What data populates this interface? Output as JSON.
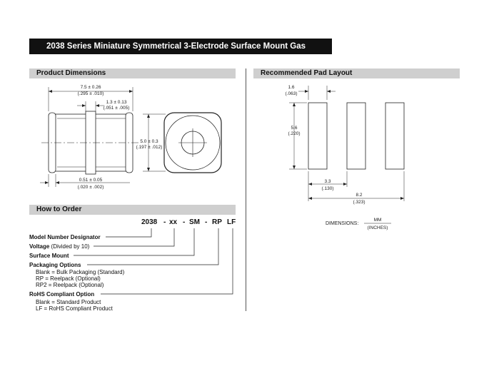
{
  "title": "2038 Series Miniature Symmetrical 3-Electrode Surface Mount Gas Discharge Tube",
  "sections": {
    "product_dimensions": "Product Dimensions",
    "pad_layout": "Recommended Pad Layout",
    "how_to_order": "How to Order"
  },
  "product_dims": {
    "length_mm": "7.5 ± 0.26",
    "length_in": "(.295 ± .010)",
    "band_mm": "1.3 ± 0.13",
    "band_in": "(.051 ± .005)",
    "dia_mm": "5.0 ± 0.3",
    "dia_in": "(.197 ± .012)",
    "end_mm": "0.51 ± 0.05",
    "end_in": "(.020 ± .002)"
  },
  "pad_dims": {
    "pad_width_mm": "1.6",
    "pad_width_in": "(.063)",
    "pad_height_mm": "5.6",
    "pad_height_in": "(.220)",
    "pitch_mm": "3.3",
    "pitch_in": "(.130)",
    "total_mm": "8.2",
    "total_in": "(.323)"
  },
  "units": {
    "label": "DIMENSIONS:",
    "top": "MM",
    "bottom": "(INCHES)"
  },
  "order": {
    "code": {
      "base": "2038",
      "dash1": "-",
      "xx": "xx",
      "dash2": "-",
      "sm": "SM",
      "dash3": "-",
      "rp": "RP",
      "lf": "LF"
    },
    "model": "Model Number Designator",
    "voltage_bold": "Voltage",
    "voltage_rest": " (Divided by 10)",
    "surface": "Surface Mount",
    "packaging": "Packaging Options",
    "packaging_items": [
      "Blank = Bulk Packaging (Standard)",
      "RP = Reelpack (Optional)",
      "RP2 = Reelpack (Optional)"
    ],
    "rohs": "RoHS Compliant Option",
    "rohs_items": [
      "Blank = Standard Product",
      "LF = RoHS Compliant Product"
    ]
  }
}
